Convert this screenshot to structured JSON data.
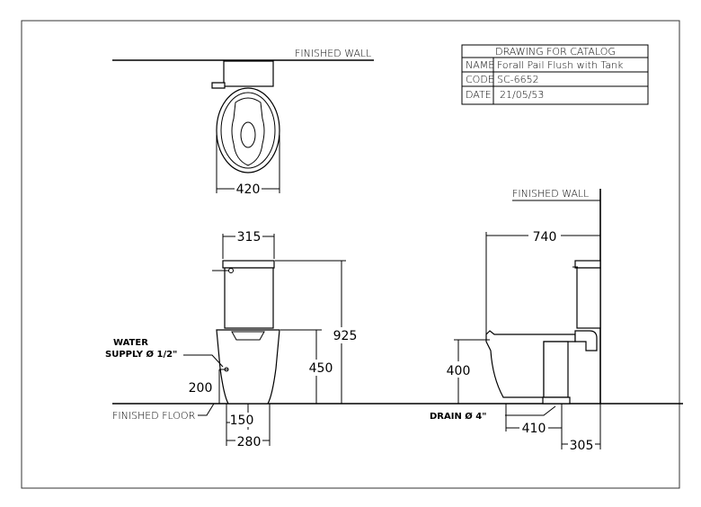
{
  "title_block": {
    "header": "DRAWING FOR CATALOG",
    "rows": [
      {
        "label": "NAME",
        "value": "Forall Pail Flush with Tank"
      },
      {
        "label": "CODE",
        "value": "SC-6652"
      },
      {
        "label": "DATE",
        "value": "21/05/53"
      }
    ]
  },
  "labels": {
    "finished_wall_top": "FINISHED WALL",
    "finished_wall_side": "FINISHED WALL",
    "finished_floor": "FINISHED FLOOR",
    "water_supply_line1": "WATER",
    "water_supply_line2": "SUPPLY Ø 1/2\"",
    "drain": "DRAIN Ø 4\""
  },
  "dimensions": {
    "plan_width": "420",
    "tank_width": "315",
    "total_height": "925",
    "bowl_height": "450",
    "supply_height": "200",
    "supply_offset": "150",
    "base_width": "280",
    "depth": "740",
    "seat_height": "400",
    "drain_distance": "410",
    "drain_wall": "305"
  },
  "colors": {
    "line": "#000000",
    "background": "#ffffff",
    "frame": "#333333"
  }
}
